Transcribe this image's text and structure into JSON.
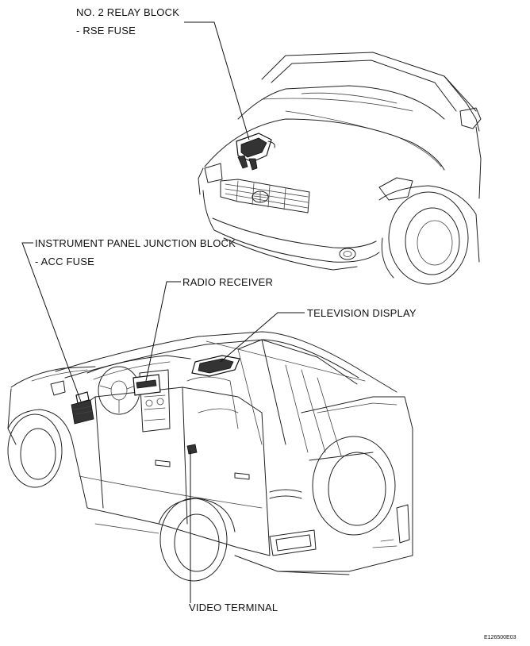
{
  "labels": {
    "relay_block": "NO. 2 RELAY BLOCK",
    "rse_fuse": "- RSE FUSE",
    "junction_block": "INSTRUMENT PANEL JUNCTION BLOCK",
    "acc_fuse": "- ACC FUSE",
    "radio_receiver": "RADIO RECEIVER",
    "television_display": "TELEVISION DISPLAY",
    "video_terminal": "VIDEO TERMINAL"
  },
  "figure_code": "E126500E03"
}
